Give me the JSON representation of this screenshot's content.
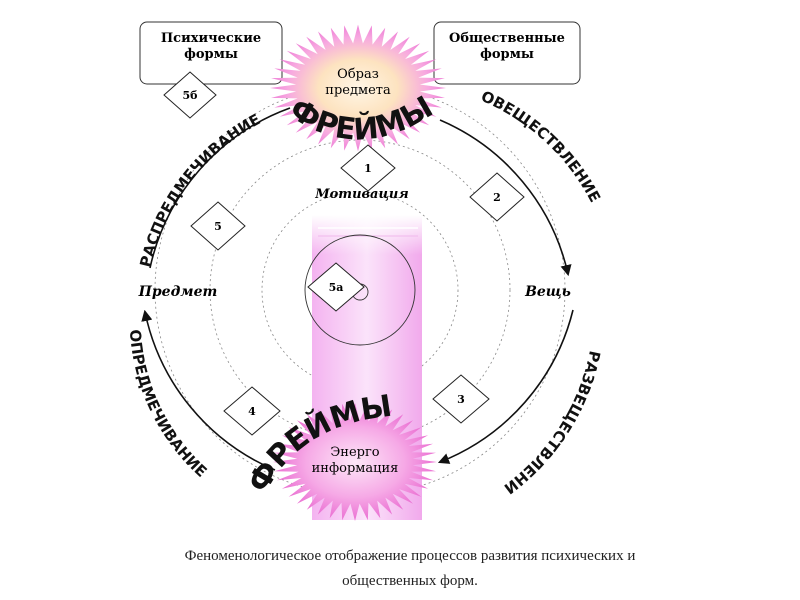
{
  "boxes": {
    "psychic": [
      "Психические",
      "формы"
    ],
    "social": [
      "Общественные",
      "формы"
    ]
  },
  "bursts": {
    "top": [
      "Образ",
      "предмета"
    ],
    "bottom": [
      "Энерго",
      "информация"
    ]
  },
  "frames_label": "ФРЕЙМЫ",
  "arc_labels": {
    "upper_left": "РАСПРЕДМЕЧИВАНИЕ",
    "upper_right": "ОВЕЩЕСТВЛЕНИЕ",
    "lower_left": "ОПРЕДМЕЧИВАНИЕ",
    "lower_right": "РАЗВЕЩЕСТВЛЕНИЕ"
  },
  "nodes": {
    "left": "Предмет",
    "right": "Вещь",
    "top": "Мотивация"
  },
  "diamonds": [
    "1",
    "2",
    "3",
    "4",
    "5",
    "5а",
    "5б"
  ],
  "caption": {
    "line1": "Феноменологическое отображение процессов развития психических и",
    "line2": "общественных форм."
  }
}
